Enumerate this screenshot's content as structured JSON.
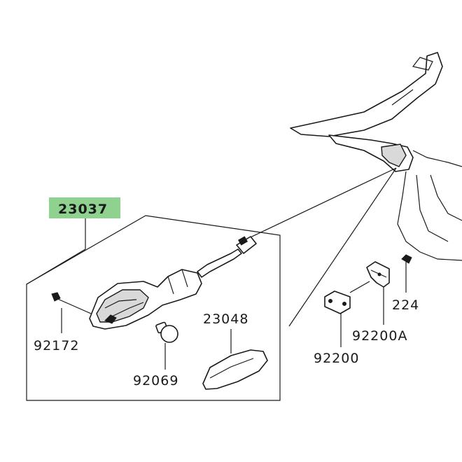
{
  "parts": {
    "turn_signal_assembly": "23037",
    "lens": "23048",
    "screw": "92172",
    "bulb": "92069",
    "bracket_plate": "92200",
    "bracket": "92200A",
    "bolt": "224"
  },
  "colors": {
    "highlight": "#8fd18f",
    "ink": "#1a1a1a"
  }
}
